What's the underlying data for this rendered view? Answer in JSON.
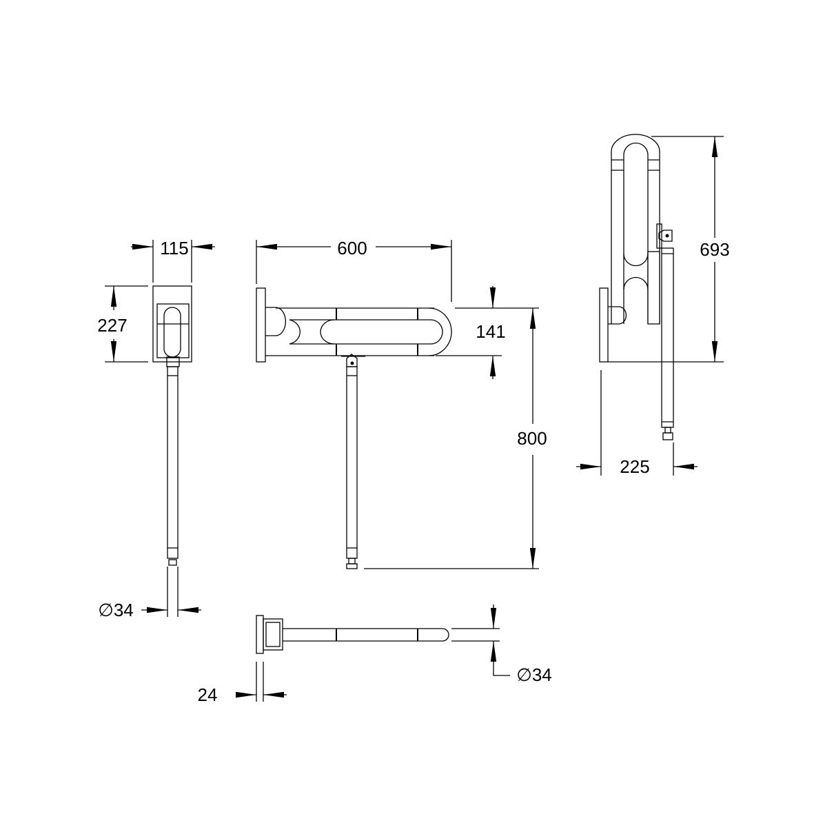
{
  "drawing": {
    "dimensions": {
      "front_width": "115",
      "front_height": "227",
      "side_length": "600",
      "side_bar_height": "141",
      "side_floor_height": "800",
      "raised_height": "693",
      "raised_depth": "225",
      "pole_diameter": "∅34",
      "bar_diameter": "∅34",
      "plate_thickness": "24"
    },
    "colors": {
      "line": "#000000",
      "background": "#ffffff"
    }
  }
}
